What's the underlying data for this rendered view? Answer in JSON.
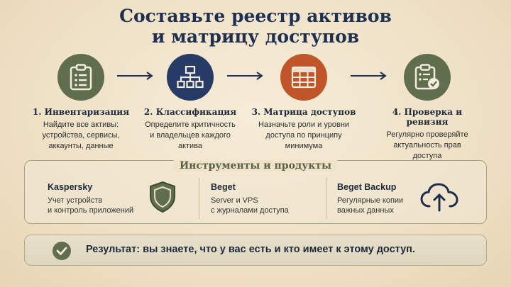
{
  "title_line1": "Составьте реестр активов",
  "title_line2": "и матрицу доступов",
  "steps": [
    {
      "title": "1. Инвентаризация",
      "desc": [
        "Найдите все активы:",
        "устройства, сервисы,",
        "аккаунты, данные"
      ],
      "color": "#5f6f4e",
      "icon": "clipboard-icon"
    },
    {
      "title": "2. Классификация",
      "desc": [
        "Определите критичность",
        "и владельцев каждого",
        "актива"
      ],
      "color": "#263c66",
      "icon": "hierarchy-icon"
    },
    {
      "title": "3. Матрица доступов",
      "desc": [
        "Назначьте роли и уровни",
        "доступа по принципу",
        "минимума"
      ],
      "color": "#c0552a",
      "icon": "table-grid-icon"
    },
    {
      "title": "4. Проверка и ревизия",
      "desc": [
        "Регулярно проверяйте",
        "актуальность прав",
        "доступа"
      ],
      "color": "#5f6f4e",
      "icon": "clipboard-check-icon"
    }
  ],
  "tools": {
    "title": "Инструменты и продукты",
    "items": [
      {
        "name": "Kaspersky",
        "desc": [
          "Учет устройств",
          "и контроль приложений"
        ],
        "icon": "shield-icon"
      },
      {
        "name": "Beget",
        "desc": [
          "Server и VPS",
          "с журналами доступа"
        ]
      },
      {
        "name": "Beget Backup",
        "desc": [
          "Регулярные копии",
          "важных данных"
        ],
        "icon": "cloud-upload-icon"
      }
    ]
  },
  "result": {
    "text": "Результат: вы знаете, что у вас есть и кто имеет к этому доступ.",
    "icon": "check-circle-icon",
    "icon_color": "#5f6f4e"
  }
}
